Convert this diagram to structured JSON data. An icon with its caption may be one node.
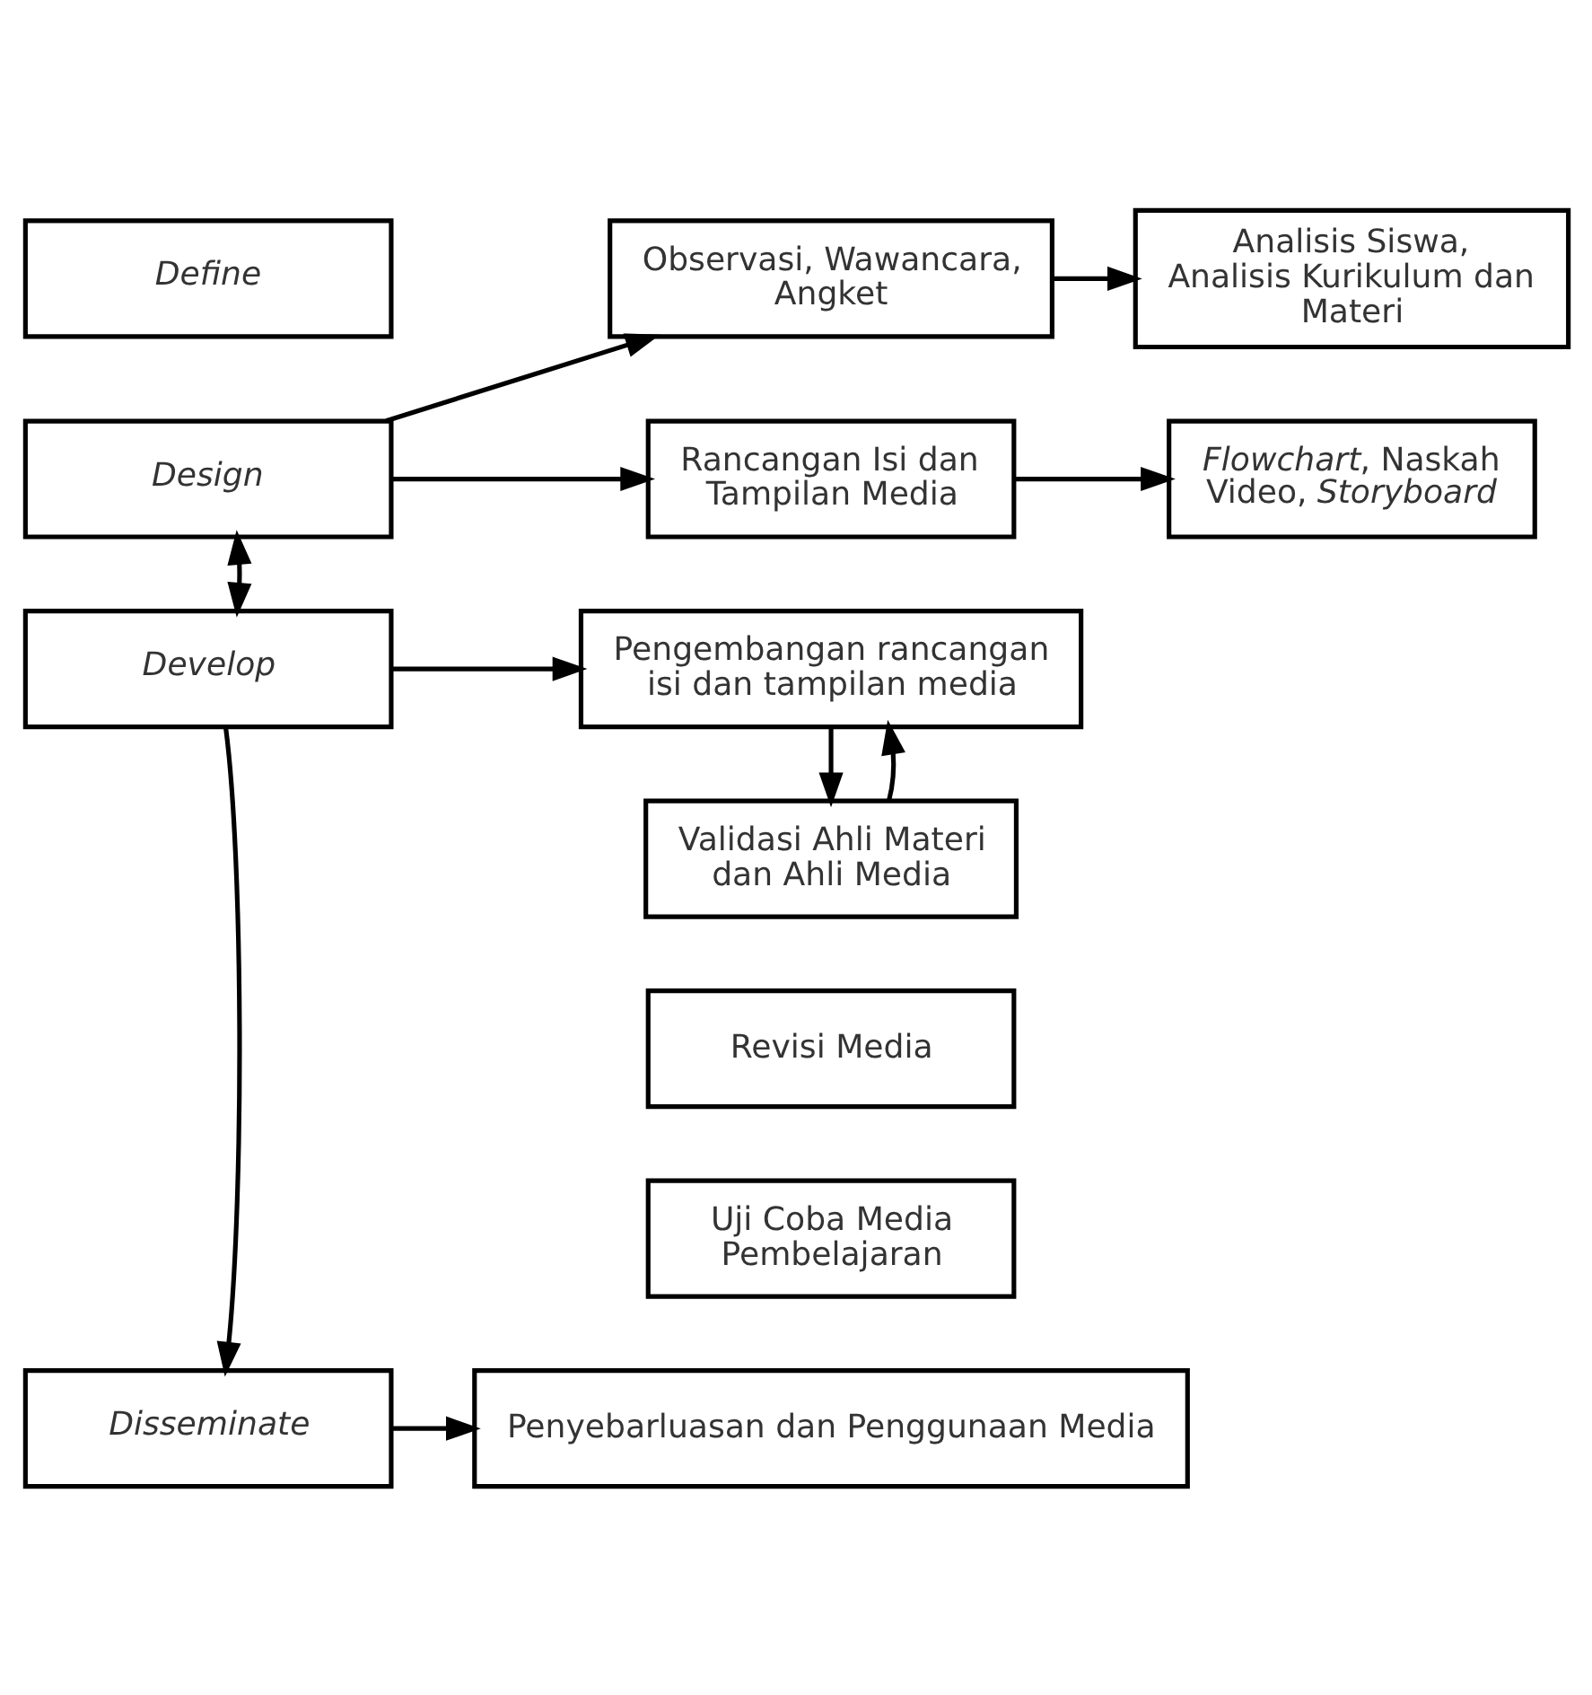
{
  "diagram": {
    "nodes": [
      {
        "text": [
          "Define"
        ]
      },
      {
        "text": [
          "Observasi, Wawancara, Angket"
        ]
      },
      {
        "text": [
          "Analisis Siswa, Analisis Kurikulum dan Materi"
        ]
      },
      {
        "text": [
          "Design"
        ]
      },
      {
        "text": [
          "Rancangan Isi dan Tampilan Media"
        ]
      },
      {
        "text": [
          "*Flowchart*, Naskah Video, *Storyboard*"
        ]
      },
      {
        "text": [
          "Develop"
        ]
      },
      {
        "text": [
          "Pengembangan rancangan isi dan tampilan media"
        ]
      },
      {
        "text": [
          "Validasi Ahli Materi dan Ahli Media"
        ]
      },
      {
        "text": [
          "Revisi Media"
        ]
      },
      {
        "text": [
          "Uji Coba Media Pembelajaran"
        ]
      },
      {
        "text": [
          "Disseminate"
        ]
      },
      {
        "text": [
          "Penyebarluasan dan Penggunaan Media"
        ]
      }
    ],
    "edges": [
      {
        "from": 3,
        "to": 1,
        "arrow": "to"
      },
      {
        "from": 1,
        "to": 2,
        "arrow": "to"
      },
      {
        "from": 3,
        "to": 4,
        "arrow": "to"
      },
      {
        "from": 4,
        "to": 5,
        "arrow": "to"
      },
      {
        "from": 3,
        "to": 6,
        "arrow": "both"
      },
      {
        "from": 6,
        "to": 7,
        "arrow": "to"
      },
      {
        "from": 7,
        "to": 8,
        "arrow": "to"
      },
      {
        "from": 8,
        "to": 7,
        "arrow": "to"
      },
      {
        "from": 6,
        "to": 11,
        "arrow": "to"
      },
      {
        "from": 11,
        "to": 12,
        "arrow": "to"
      }
    ]
  }
}
